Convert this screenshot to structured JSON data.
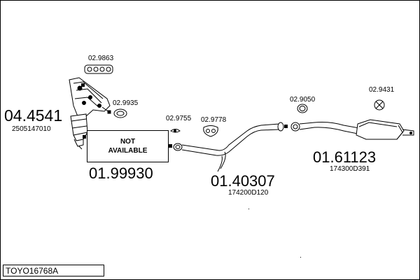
{
  "diagram": {
    "title": "TOYO16768A",
    "not_available": {
      "line1": "NOT",
      "line2": "AVAILABLE"
    },
    "sections": [
      {
        "number": "04.4541",
        "code": "2505147010"
      },
      {
        "number": "01.99930",
        "code": ""
      },
      {
        "number": "01.40307",
        "code": "174200D120"
      },
      {
        "number": "01.61123",
        "code": "174300D391"
      }
    ],
    "accessories": [
      "02.9863",
      "02.9935",
      "02.9755",
      "02.9778",
      "02.9050",
      "02.9431"
    ]
  }
}
